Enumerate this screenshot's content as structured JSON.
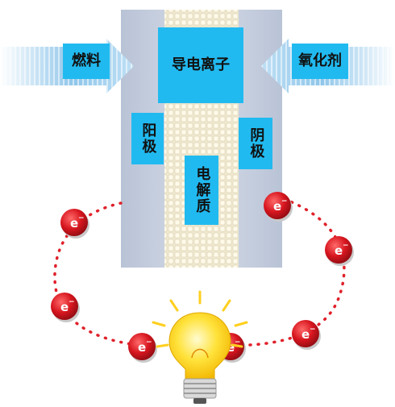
{
  "labels": {
    "fuel": "燃料",
    "conductive_ion": "导电离子",
    "oxidant": "氧化剂",
    "anode": "阳极",
    "cathode": "阴极",
    "electrolyte": "电解质"
  },
  "electron": {
    "symbol": "e",
    "charge": "−"
  },
  "colors": {
    "label_bg": "#21baf0",
    "cell_body": "#c9d2e2",
    "electrolyte_fill": "#efe8cf",
    "electron_red": "#d7161f",
    "path_dots": "#e0202a",
    "bulb_yellow": "#ffd21a",
    "arrow_blue": "#8ec6ea"
  },
  "icons": [
    "fuel-arrow-icon",
    "oxidant-arrow-icon",
    "light-bulb-icon",
    "electron-icon"
  ]
}
